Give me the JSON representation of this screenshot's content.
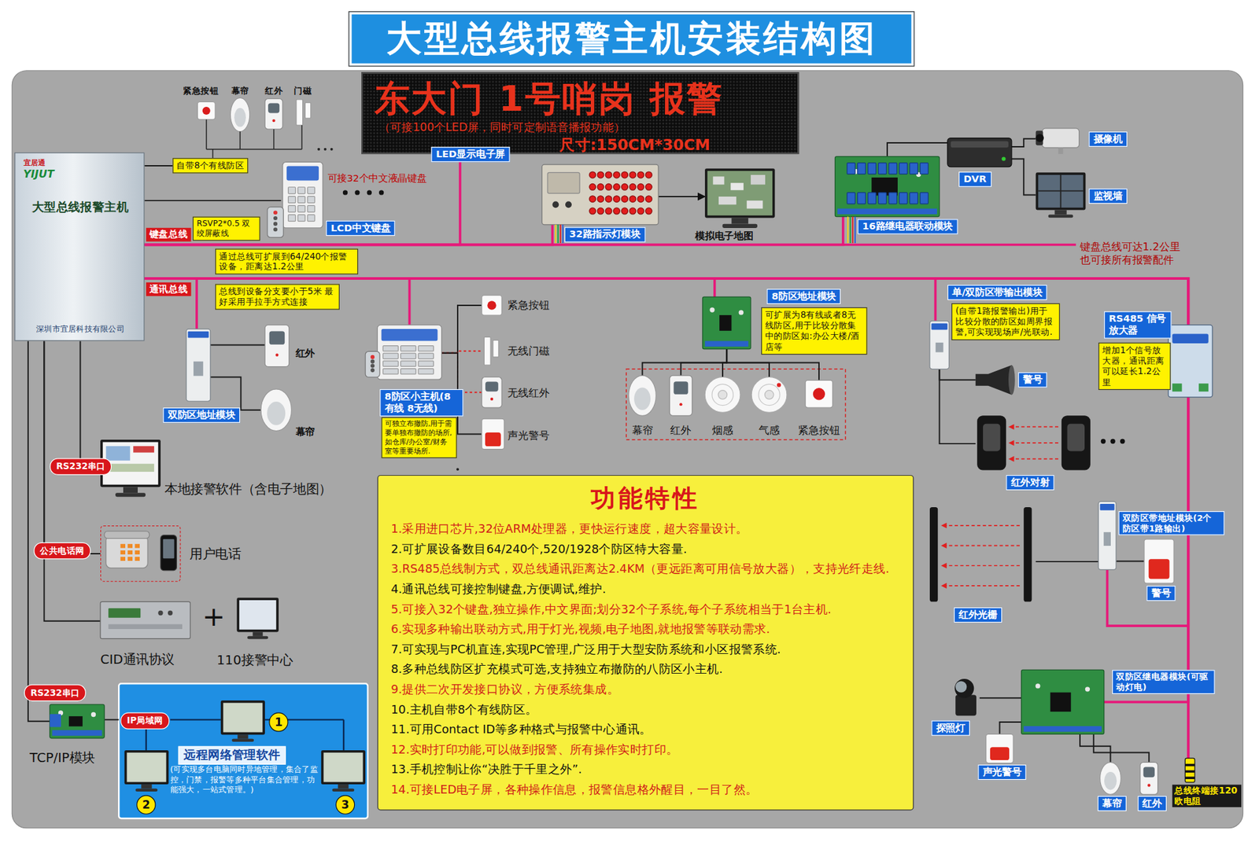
{
  "diagram": {
    "title": "大型总线报警主机安装结构图",
    "nodes": [
      {
        "text": [
          "宜居通",
          "YIJUT",
          "大型总线报警主机",
          "深圳市宜居科技有限公司"
        ]
      },
      {
        "text": [
          "自带8个有线防区"
        ]
      },
      {
        "text": [
          "LCD中文键盘"
        ]
      },
      {
        "text": [
          "东大门 1号哨岗 报警",
          "（可接100个LED屏，同时可定制语音播报功能）",
          "尺寸:150CM*30CM",
          "LED显示电子屏"
        ]
      },
      {
        "text": [
          "32路指示灯模块"
        ]
      },
      {
        "text": [
          "模拟电子地图"
        ]
      },
      {
        "text": [
          "16路继电器联动模块"
        ]
      },
      {
        "text": [
          "DVR"
        ]
      },
      {
        "text": [
          "摄像机"
        ]
      },
      {
        "text": [
          "监视墙"
        ]
      },
      {
        "text": [
          "双防区地址模块"
        ]
      },
      {
        "text": [
          "红外"
        ]
      },
      {
        "text": [
          "幕帘"
        ]
      },
      {
        "text": [
          "8防区小主机(8有线 8无线)",
          "可独立布撤防,用于需要单独布撤防的场所,如仓库/办公室/财务室等重要场所."
        ]
      },
      {
        "text": [
          "紧急按钮"
        ]
      },
      {
        "text": [
          "无线门磁"
        ]
      },
      {
        "text": [
          "无线红外"
        ]
      },
      {
        "text": [
          "声光警号"
        ]
      },
      {
        "text": [
          "8防区地址模块",
          "可扩展为8有线或者8无线防区,用于比较分散集中的防区如:办公大楼/酒店等"
        ]
      },
      {
        "text": [
          "幕帘"
        ]
      },
      {
        "text": [
          "红外"
        ]
      },
      {
        "text": [
          "烟感"
        ]
      },
      {
        "text": [
          "气感"
        ]
      },
      {
        "text": [
          "紧急按钮"
        ]
      },
      {
        "text": [
          "单/双防区带输出模块",
          "(自带1路报警输出)用于比较分散的防区如周界报警,可实现现场声/光联动."
        ]
      },
      {
        "text": [
          "警号"
        ]
      },
      {
        "text": [
          "红外对射"
        ]
      },
      {
        "text": [
          "RS485 信号放大器",
          "增加1个信号放大器，通讯距离可以延长1.2公里"
        ]
      },
      {
        "text": [
          "本地接警软件（含电子地图）"
        ]
      },
      {
        "text": [
          "用户电话"
        ]
      },
      {
        "text": [
          "CID通讯协议"
        ]
      },
      {
        "text": [
          "110接警中心"
        ]
      },
      {
        "text": [
          "功能特性",
          "1.采用进口芯片,32位ARM处理器，更快运行速度，超大容量设计。",
          "2.可扩展设备数目64/240个,520/1928个防区特大容量.",
          "3.RS485总线制方式，双总线通讯距离达2.4KM（更远距离可用信号放大器），支持光纤走线.",
          "4.通讯总线可接控制键盘,方便调试,维护.",
          "5.可接入32个键盘,独立操作,中文界面;划分32个子系统,每个子系统相当于1台主机.",
          "6.实现多种输出联动方式,用于灯光,视频,电子地图,就地报警等联动需求.",
          "7.可实现与PC机直连,实现PC管理,广泛用于大型安防系统和小区报警系统.",
          "8.多种总线防区扩充模式可选,支持独立布撤防的八防区小主机.",
          "9.提供二次开发接口协议，方便系统集成。",
          "10.主机自带8个有线防区。",
          "11.可用Contact ID等多种格式与报警中心通讯。",
          "12.实时打印功能,可以做到报警、所有操作实时打印。",
          "13.手机控制让你“决胜于千里之外”.",
          "14.可接LED电子屏，各种操作信息，报警信息格外醒目，一目了然。"
        ]
      },
      {
        "text": [
          "红外光栅"
        ]
      },
      {
        "text": [
          "双防区带地址模块(2个防区带1路输出)"
        ]
      },
      {
        "text": [
          "警号"
        ]
      },
      {
        "text": [
          "双防区继电器模块(可驱动灯电)"
        ]
      },
      {
        "text": [
          "探照灯"
        ]
      },
      {
        "text": [
          "声光警号"
        ]
      },
      {
        "text": [
          "幕帘"
        ]
      },
      {
        "text": [
          "红外"
        ]
      },
      {
        "text": [
          "总线终端接120欧电阻"
        ]
      },
      {
        "text": [
          "TCP/IP模块"
        ]
      },
      {
        "text": [
          "远程网络管理软件",
          "(可实现多台电脑同时异地管理，集合了监控，门禁，报警等多种平台集合管理，功能强大，一站式管理。)"
        ]
      }
    ],
    "edges": [
      {
        "from": 0,
        "to": 1,
        "arrow": "none"
      },
      {
        "from": 0,
        "to": 2,
        "arrow": "none"
      },
      {
        "from": 0,
        "to": 3,
        "arrow": "none"
      },
      {
        "from": 0,
        "to": 4,
        "arrow": "none"
      },
      {
        "from": 4,
        "to": 5,
        "arrow": "to"
      },
      {
        "from": 0,
        "to": 6,
        "arrow": "none"
      },
      {
        "from": 6,
        "to": 7,
        "arrow": "none"
      },
      {
        "from": 7,
        "to": 8,
        "arrow": "none"
      },
      {
        "from": 7,
        "to": 9,
        "arrow": "none"
      },
      {
        "from": 0,
        "to": 10,
        "arrow": "none"
      },
      {
        "from": 10,
        "to": 11,
        "arrow": "none"
      },
      {
        "from": 10,
        "to": 12,
        "arrow": "none"
      },
      {
        "from": 0,
        "to": 13,
        "arrow": "none"
      },
      {
        "from": 13,
        "to": 14,
        "arrow": "none"
      },
      {
        "from": 13,
        "to": 15,
        "arrow": "none"
      },
      {
        "from": 13,
        "to": 16,
        "arrow": "none"
      },
      {
        "from": 13,
        "to": 17,
        "arrow": "none"
      },
      {
        "from": 0,
        "to": 18,
        "arrow": "none"
      },
      {
        "from": 18,
        "to": 19,
        "arrow": "none"
      },
      {
        "from": 18,
        "to": 20,
        "arrow": "none"
      },
      {
        "from": 18,
        "to": 21,
        "arrow": "none"
      },
      {
        "from": 18,
        "to": 22,
        "arrow": "none"
      },
      {
        "from": 18,
        "to": 23,
        "arrow": "none"
      },
      {
        "from": 0,
        "to": 24,
        "arrow": "none"
      },
      {
        "from": 24,
        "to": 25,
        "arrow": "none"
      },
      {
        "from": 24,
        "to": 26,
        "arrow": "none"
      },
      {
        "from": 0,
        "to": 27,
        "arrow": "none"
      },
      {
        "from": 0,
        "to": 34,
        "arrow": "none"
      },
      {
        "from": 34,
        "to": 33,
        "arrow": "none"
      },
      {
        "from": 34,
        "to": 35,
        "arrow": "none"
      },
      {
        "from": 0,
        "to": 36,
        "arrow": "none"
      },
      {
        "from": 36,
        "to": 37,
        "arrow": "none"
      },
      {
        "from": 36,
        "to": 38,
        "arrow": "none"
      },
      {
        "from": 36,
        "to": 39,
        "arrow": "none"
      },
      {
        "from": 36,
        "to": 40,
        "arrow": "none"
      },
      {
        "from": 0,
        "to": 41,
        "arrow": "none"
      },
      {
        "from": 0,
        "to": 28,
        "label": "RS232串口",
        "arrow": "none"
      },
      {
        "from": 0,
        "to": 29,
        "label": "公共电话网",
        "arrow": "none"
      },
      {
        "from": 0,
        "to": 30,
        "arrow": "none"
      },
      {
        "from": 0,
        "to": 42,
        "label": "RS232串口",
        "arrow": "none"
      },
      {
        "from": 42,
        "to": 43,
        "label": "IP局域网",
        "arrow": "none"
      }
    ],
    "labels": [
      "紧急按钮",
      "幕帘",
      "红外",
      "门磁",
      "可接32个中文液晶键盘",
      "键盘总线",
      "RSVP2*0.5 双绞屏蔽线",
      "通过总线可扩展到64/240个报警设备，距离达1.2公里",
      "键盘总线可达1.2公里 也可接所有报警配件",
      "通讯总线",
      "总线到设备分支要小于5米 最好采用手拉手方式连接",
      "+",
      "1",
      "2",
      "3"
    ]
  }
}
